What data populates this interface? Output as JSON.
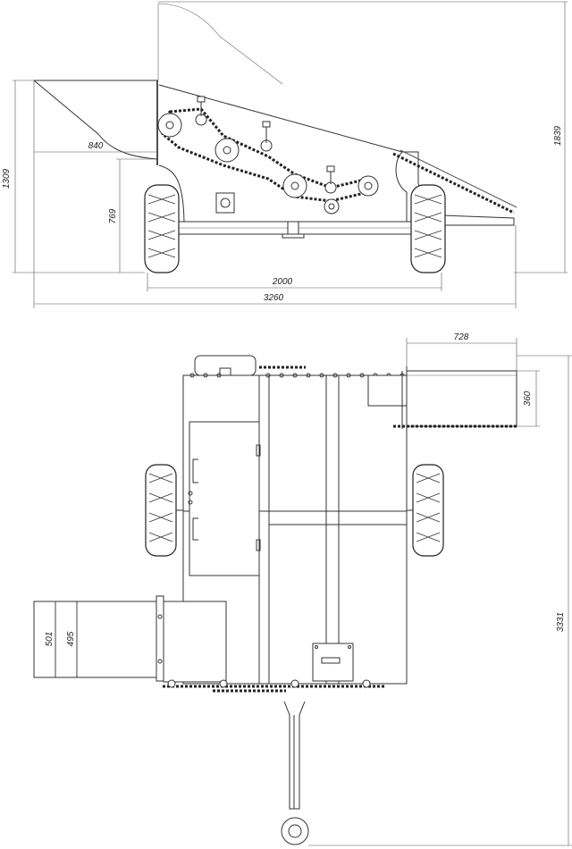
{
  "dimensions": {
    "side_hopper_depth": "1309",
    "side_hopper_width": "840",
    "side_axle_height": "769",
    "side_total_height": "1839",
    "side_wheel_base": "2000",
    "side_total_length": "3260",
    "top_conveyor_width": "728",
    "top_conveyor_depth": "360",
    "top_hopper_outer": "501",
    "top_hopper_inner": "495",
    "top_total_length": "3331"
  }
}
